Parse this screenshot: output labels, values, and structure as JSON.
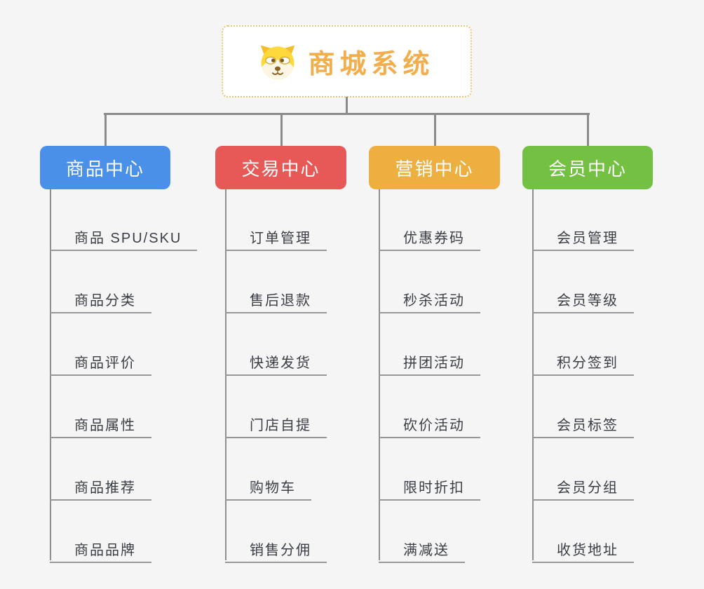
{
  "root": {
    "title": "商城系统",
    "icon": "dog-face-icon",
    "title_color": "#f2ad4c",
    "border_color": "#f2c26d"
  },
  "connector_color": "#8b8b8b",
  "branches": [
    {
      "label": "商品中心",
      "color": "#4a90e8",
      "items": [
        "商品 SPU/SKU",
        "商品分类",
        "商品评价",
        "商品属性",
        "商品推荐",
        "商品品牌"
      ]
    },
    {
      "label": "交易中心",
      "color": "#e65956",
      "items": [
        "订单管理",
        "售后退款",
        "快递发货",
        "门店自提",
        "购物车",
        "销售分佣"
      ]
    },
    {
      "label": "营销中心",
      "color": "#ecaf40",
      "items": [
        "优惠券码",
        "秒杀活动",
        "拼团活动",
        "砍价活动",
        "限时折扣",
        "满减送"
      ]
    },
    {
      "label": "会员中心",
      "color": "#74c043",
      "items": [
        "会员管理",
        "会员等级",
        "积分签到",
        "会员标签",
        "会员分组",
        "收货地址"
      ]
    }
  ]
}
